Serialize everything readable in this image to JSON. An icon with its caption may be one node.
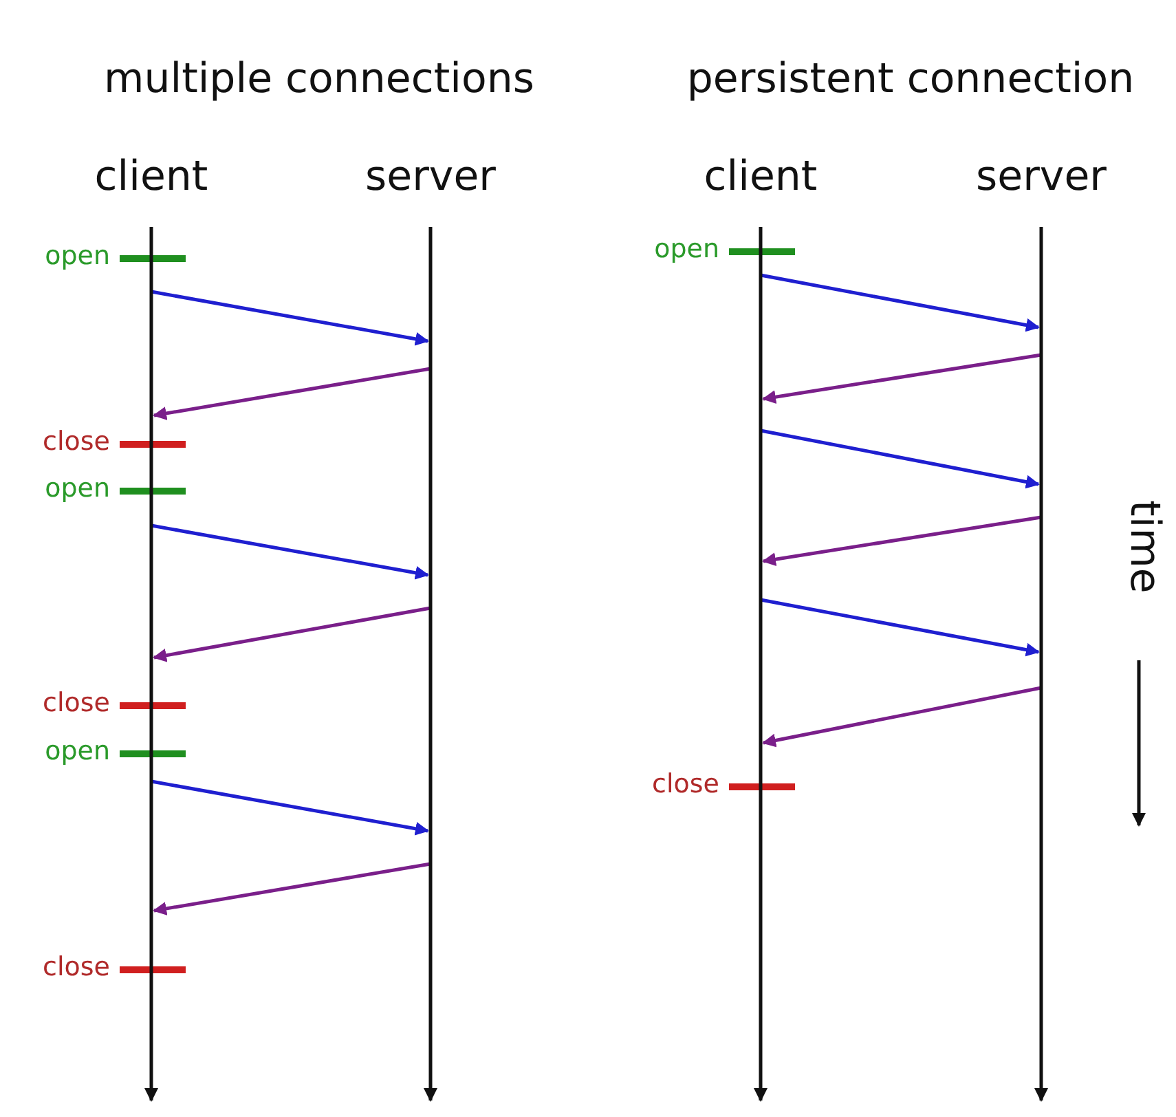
{
  "diagram": {
    "nodes": [
      {
        "text": [
          "client"
        ]
      },
      {
        "text": [
          "server"
        ]
      },
      {
        "text": [
          "client"
        ]
      },
      {
        "text": [
          "server"
        ]
      }
    ],
    "edges": [
      {
        "from": 0,
        "to": 1,
        "arrow": "to",
        "color": "#1f1fd0"
      },
      {
        "from": 1,
        "to": 0,
        "arrow": "to",
        "color": "#7a1f8a"
      },
      {
        "from": 0,
        "to": 1,
        "arrow": "to",
        "color": "#1f1fd0"
      },
      {
        "from": 1,
        "to": 0,
        "arrow": "to",
        "color": "#7a1f8a"
      },
      {
        "from": 0,
        "to": 1,
        "arrow": "to",
        "color": "#1f1fd0"
      },
      {
        "from": 1,
        "to": 0,
        "arrow": "to",
        "color": "#7a1f8a"
      },
      {
        "from": 2,
        "to": 3,
        "arrow": "to",
        "color": "#1f1fd0"
      },
      {
        "from": 3,
        "to": 2,
        "arrow": "to",
        "color": "#7a1f8a"
      },
      {
        "from": 2,
        "to": 3,
        "arrow": "to",
        "color": "#1f1fd0"
      },
      {
        "from": 3,
        "to": 2,
        "arrow": "to",
        "color": "#7a1f8a"
      },
      {
        "from": 2,
        "to": 3,
        "arrow": "to",
        "color": "#1f1fd0"
      },
      {
        "from": 3,
        "to": 2,
        "arrow": "to",
        "color": "#7a1f8a"
      }
    ],
    "labels": [
      "multiple connections",
      "persistent connection",
      "open",
      "open",
      "close",
      "open",
      "time",
      "close",
      "open",
      "close",
      "close"
    ]
  }
}
